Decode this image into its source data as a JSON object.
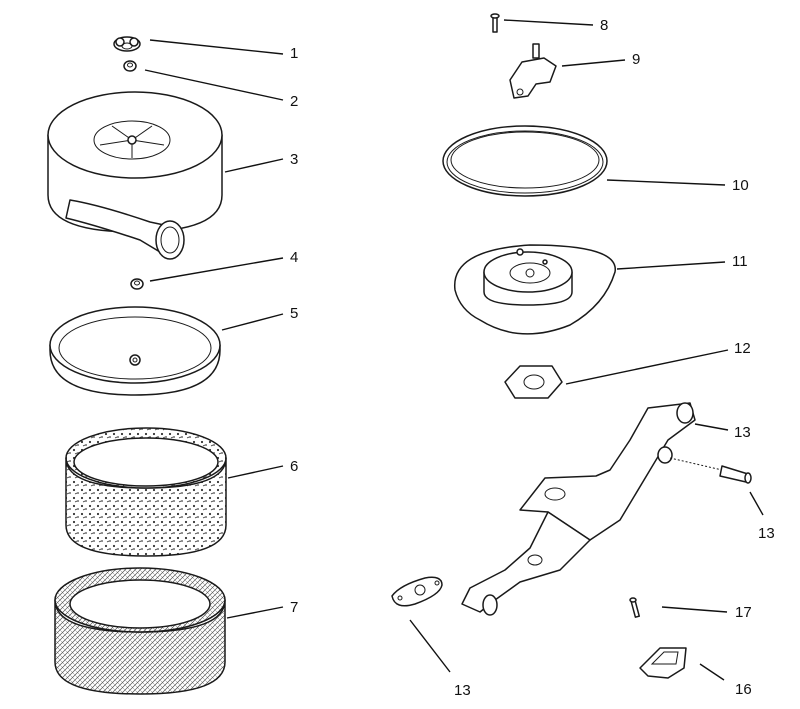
{
  "callouts": {
    "c1": "1",
    "c2": "2",
    "c3": "3",
    "c4": "4",
    "c5": "5",
    "c6": "6",
    "c7": "7",
    "c8": "8",
    "c9": "9",
    "c10": "10",
    "c11": "11",
    "c12": "12",
    "c13a": "13",
    "c13b": "13",
    "c13c": "13",
    "c16": "16",
    "c17": "17"
  },
  "parts": [
    {
      "id": "wing-nut"
    },
    {
      "id": "nut"
    },
    {
      "id": "air-cleaner-cover"
    },
    {
      "id": "nut"
    },
    {
      "id": "air-cleaner-base"
    },
    {
      "id": "foam-element"
    },
    {
      "id": "filter-element"
    },
    {
      "id": "screw"
    },
    {
      "id": "bracket"
    },
    {
      "id": "gasket-ring"
    },
    {
      "id": "adapter-plate"
    },
    {
      "id": "gasket"
    },
    {
      "id": "support-bracket"
    },
    {
      "id": "bolt"
    },
    {
      "id": "gasket"
    },
    {
      "id": "grommet"
    },
    {
      "id": "screw"
    }
  ]
}
